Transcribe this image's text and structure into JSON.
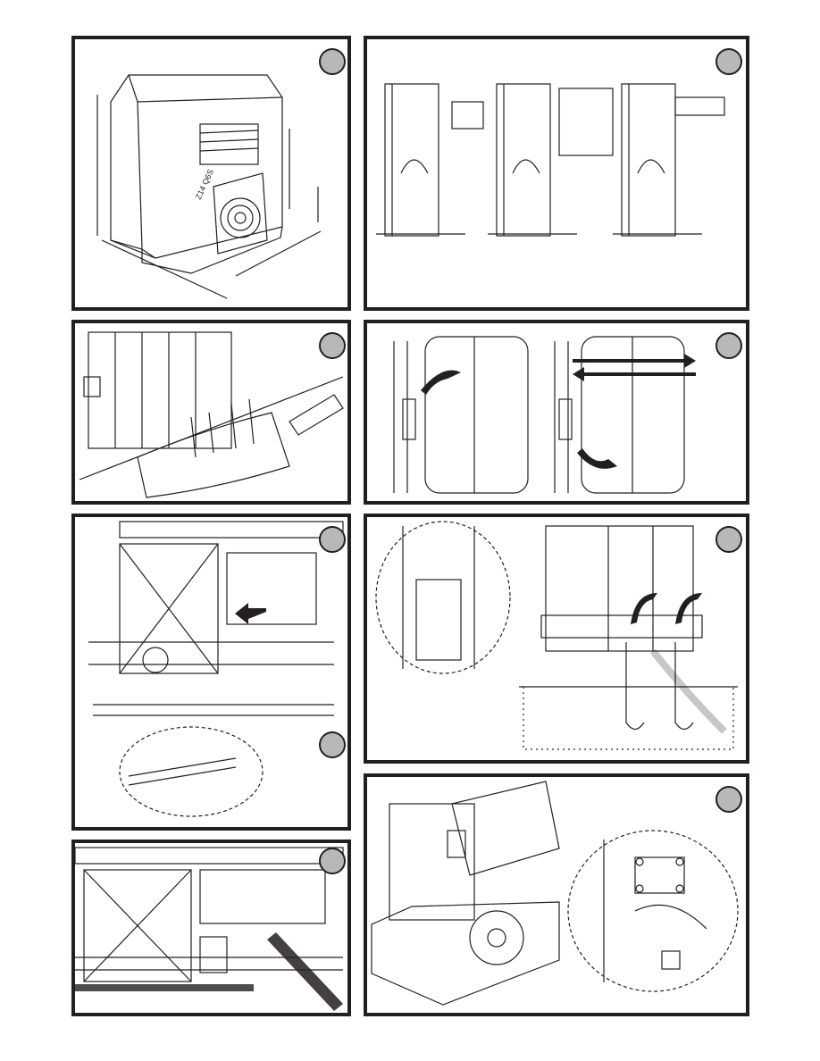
{
  "page": {
    "background": "#ffffff",
    "line_color": "#231f20",
    "badge_color": "#b8b8b8"
  },
  "panels": [
    {
      "id": "motor-overview",
      "text": "Z14 Q6S",
      "icons": [
        "motor-housing-icon",
        "pinion-gear-icon"
      ]
    },
    {
      "id": "rack-mounting-options",
      "icons": [
        "gate-profile-icon",
        "rack-bracket-icon"
      ]
    },
    {
      "id": "foundation-plate",
      "icons": [
        "gate-icon",
        "anchor-bolt-icon",
        "hammer-icon"
      ]
    },
    {
      "id": "release-lever",
      "icons": [
        "motor-cover-icon",
        "arrow-icon"
      ]
    },
    {
      "id": "rack-welding",
      "icons": [
        "gate-icon",
        "welding-torch-icon",
        "rack-icon",
        "screw-icon"
      ]
    },
    {
      "id": "motor-leveling",
      "icons": [
        "motor-icon",
        "curved-arrow-icon",
        "anchor-bolt-icon"
      ]
    },
    {
      "id": "rack-weld-end",
      "icons": [
        "gate-icon",
        "welding-torch-icon"
      ]
    },
    {
      "id": "control-board",
      "icons": [
        "control-board-icon",
        "limit-switch-icon"
      ]
    }
  ]
}
